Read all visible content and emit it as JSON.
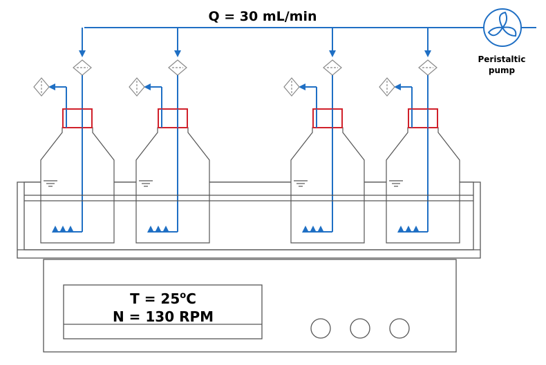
{
  "flow_label": "Q = 30 mL/min",
  "pump": {
    "line1": "Peristaltic",
    "line2": "pump"
  },
  "display": {
    "temp_prefix": "T = 25",
    "temp_degree": "o",
    "temp_unit": "C",
    "speed": "N = 130 RPM"
  },
  "colors": {
    "tube": "#1f6fc4",
    "cap": "#d0202a",
    "outline": "#555555",
    "filter": "#888888"
  }
}
